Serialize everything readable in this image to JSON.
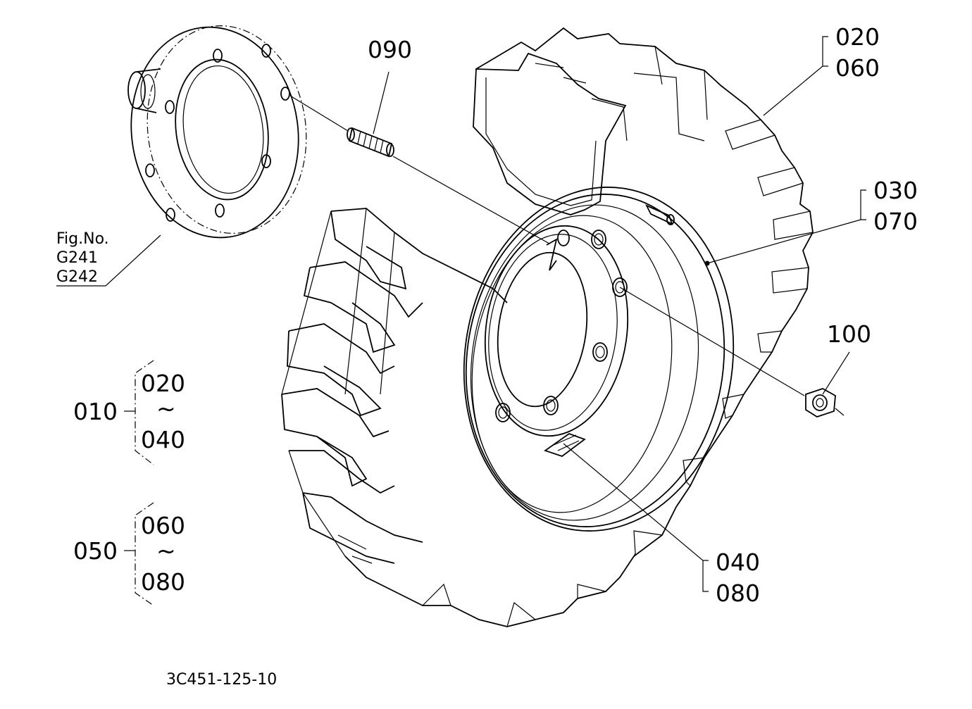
{
  "diagram": {
    "callouts": {
      "c020": "020",
      "c060": "060",
      "c030": "030",
      "c070": "070",
      "c090": "090",
      "c100": "100",
      "c040": "040",
      "c080": "080"
    },
    "fig_ref": {
      "line1": "Fig.No.",
      "line2": "G241",
      "line3": "G242"
    },
    "groups": [
      {
        "parent": "010",
        "from": "020",
        "tilde": "~",
        "to": "040"
      },
      {
        "parent": "050",
        "from": "060",
        "tilde": "~",
        "to": "080"
      }
    ],
    "drawing_number": "3C451-125-10"
  }
}
